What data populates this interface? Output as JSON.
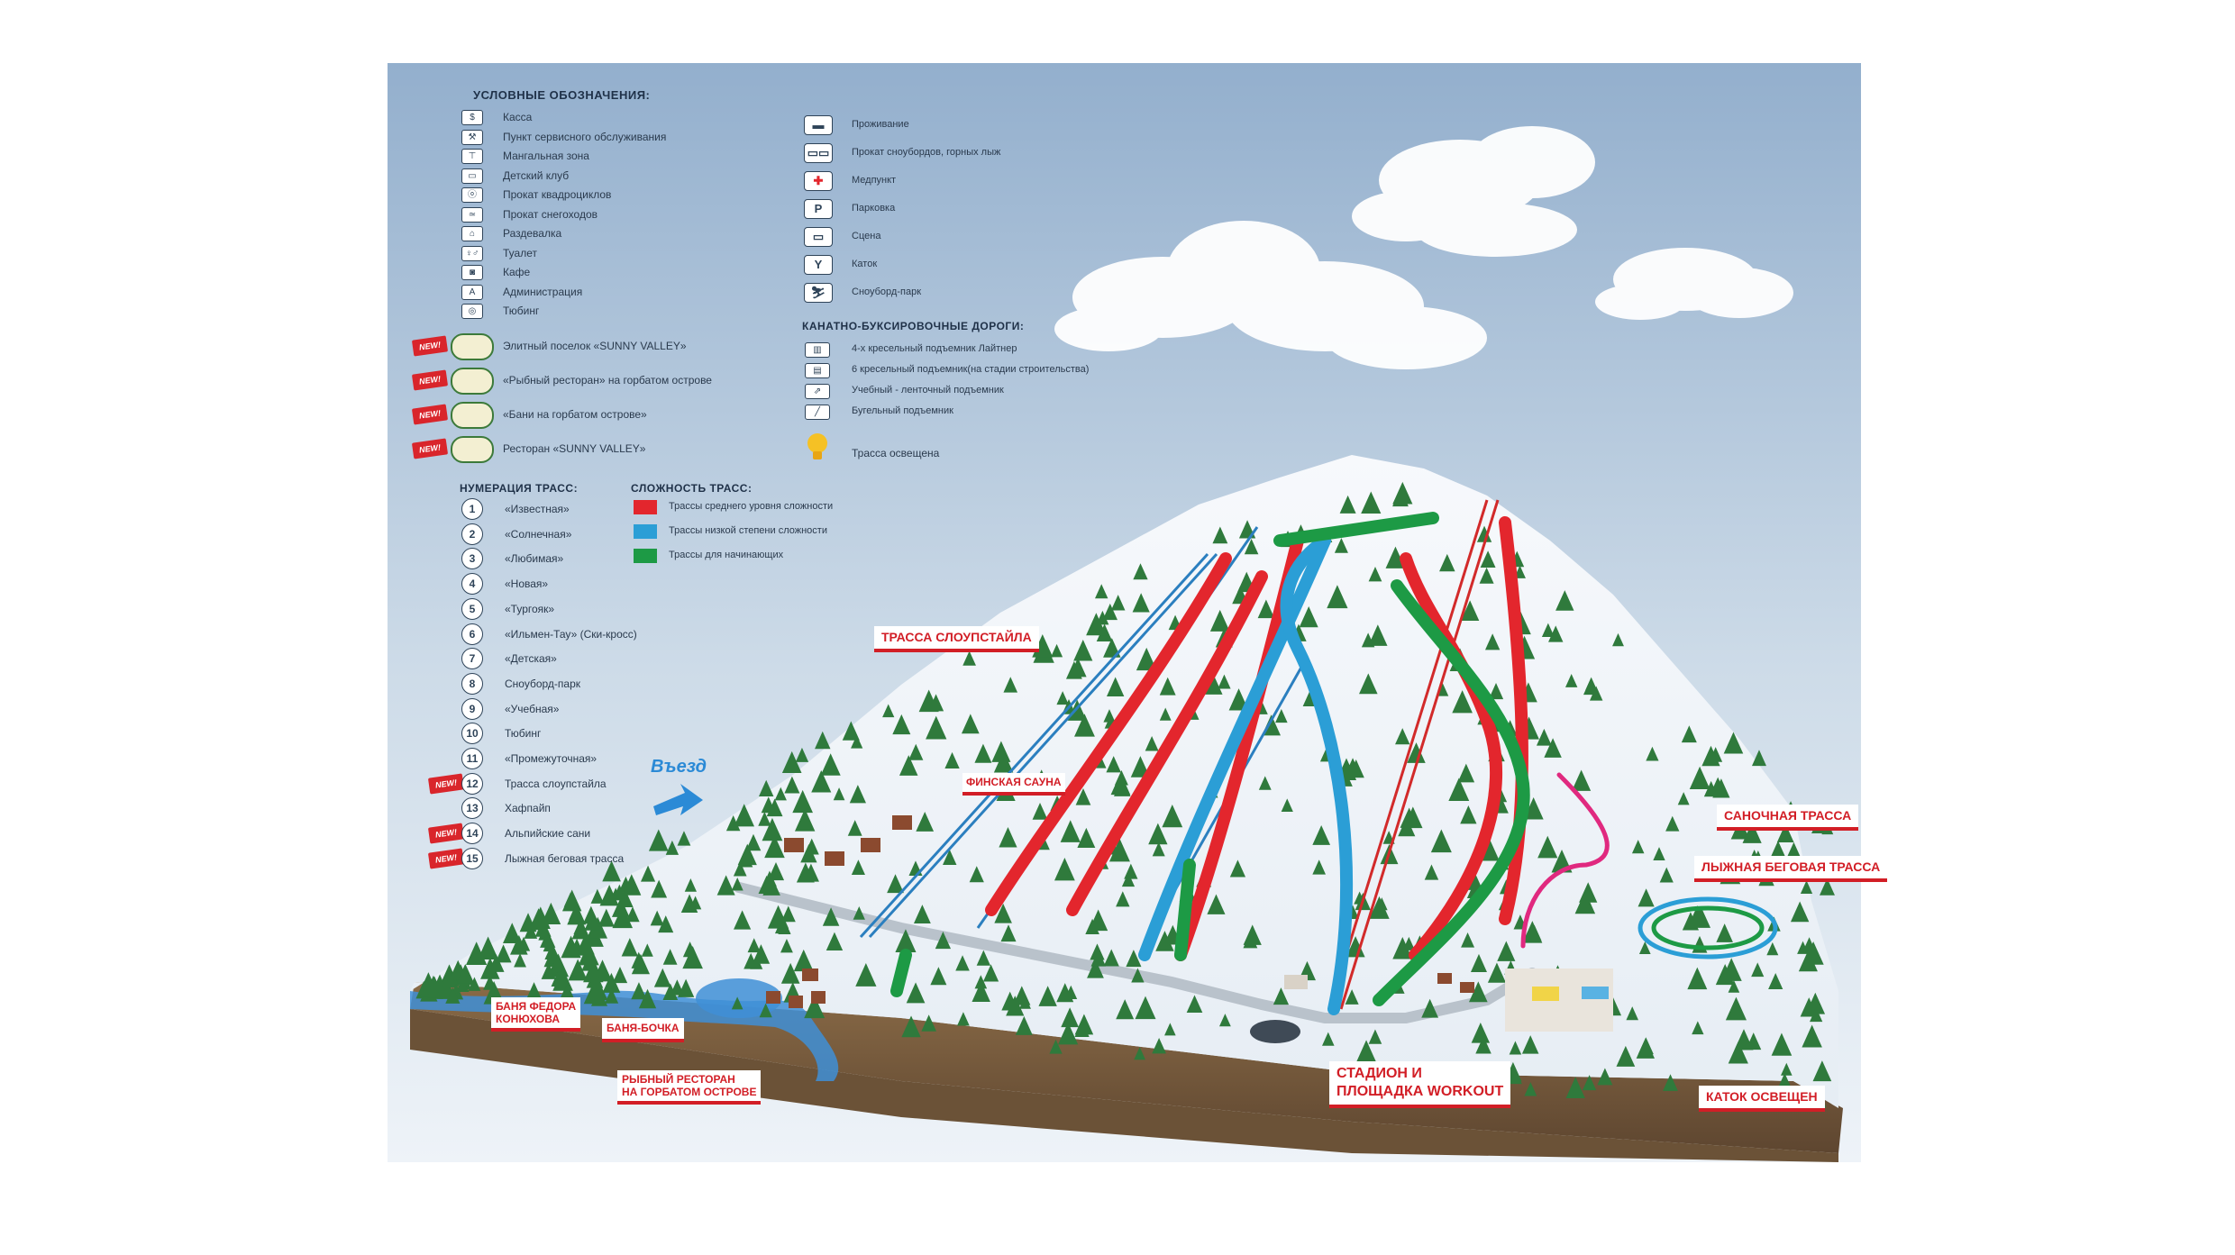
{
  "legend": {
    "title": "УСЛОВНЫЕ ОБОЗНАЧЕНИЯ:",
    "items": [
      {
        "icon": "cashier-icon",
        "glyph": "$",
        "label": "Касса"
      },
      {
        "icon": "service-point-icon",
        "glyph": "⚒",
        "label": "Пункт сервисного обслуживания"
      },
      {
        "icon": "bbq-icon",
        "glyph": "⊤",
        "label": "Мангальная зона"
      },
      {
        "icon": "kids-club-icon",
        "glyph": "▭",
        "label": "Детский клуб"
      },
      {
        "icon": "quad-rental-icon",
        "glyph": "ⓞ",
        "label": "Прокат квадроциклов"
      },
      {
        "icon": "snowmobile-rental-icon",
        "glyph": "≃",
        "label": "Прокат снегоходов"
      },
      {
        "icon": "cloakroom-icon",
        "glyph": "⌂",
        "label": "Раздевалка"
      },
      {
        "icon": "toilet-icon",
        "glyph": "♀♂",
        "label": "Туалет"
      },
      {
        "icon": "cafe-icon",
        "glyph": "◙",
        "label": "Кафе"
      },
      {
        "icon": "administration-icon",
        "glyph": "A",
        "label": "Администрация"
      },
      {
        "icon": "tubing-icon",
        "glyph": "◎",
        "label": "Тюбинг"
      }
    ],
    "new_items": [
      {
        "icon": "sunny-valley-village-logo-icon",
        "label": "Элитный поселок «SUNNY VALLEY»"
      },
      {
        "icon": "fish-restaurant-icon",
        "label": "«Рыбный ресторан» на горбатом острове"
      },
      {
        "icon": "sauna-icon",
        "label": "«Бани на горбатом острове»"
      },
      {
        "icon": "sunny-valley-restaurant-logo-icon",
        "label": "Ресторан «SUNNY VALLEY»"
      }
    ],
    "new_badge": "NEW!",
    "right_items": [
      {
        "icon": "lodging-icon",
        "glyph": "▬",
        "label": "Проживание"
      },
      {
        "icon": "snowboard-rental-icon",
        "glyph": "▭▭",
        "label": "Прокат сноубордов, горных лыж"
      },
      {
        "icon": "first-aid-icon",
        "glyph": "✚",
        "label": "Медпункт"
      },
      {
        "icon": "parking-icon",
        "glyph": "P",
        "label": "Парковка"
      },
      {
        "icon": "stage-icon",
        "glyph": "▭",
        "label": "Сцена"
      },
      {
        "icon": "skating-rink-icon",
        "glyph": "Y",
        "label": "Каток"
      },
      {
        "icon": "snowpark-icon",
        "glyph": "⛷",
        "label": "Сноуборд-парк"
      }
    ],
    "lifts_title": "КАНАТНО-БУКСИРОВОЧНЫЕ ДОРОГИ:",
    "lifts": [
      {
        "icon": "chairlift-4-icon",
        "glyph": "▥",
        "label": "4-х кресельный подъемник Лайтнер"
      },
      {
        "icon": "chairlift-6-icon",
        "glyph": "▤",
        "label": "6 кресельный подъемник(на стадии строительства)"
      },
      {
        "icon": "conveyor-lift-icon",
        "glyph": "⇗",
        "label": "Учебный - ленточный подъемник"
      },
      {
        "icon": "t-bar-lift-icon",
        "glyph": "╱",
        "label": "Бугельный подъемник"
      }
    ],
    "lit_label": "Трасса освещена",
    "numbering_title": "НУМЕРАЦИЯ ТРАСС:",
    "trails": [
      {
        "n": "1",
        "label": "«Известная»",
        "new": false
      },
      {
        "n": "2",
        "label": "«Солнечная»",
        "new": false
      },
      {
        "n": "3",
        "label": "«Любимая»",
        "new": false
      },
      {
        "n": "4",
        "label": "«Новая»",
        "new": false
      },
      {
        "n": "5",
        "label": "«Тургояк»",
        "new": false
      },
      {
        "n": "6",
        "label": "«Ильмен-Тау» (Ски-кросс)",
        "new": false
      },
      {
        "n": "7",
        "label": "«Детская»",
        "new": false
      },
      {
        "n": "8",
        "label": "Сноуборд-парк",
        "new": false
      },
      {
        "n": "9",
        "label": "«Учебная»",
        "new": false
      },
      {
        "n": "10",
        "label": "Тюбинг",
        "new": false
      },
      {
        "n": "11",
        "label": "«Промежуточная»",
        "new": false
      },
      {
        "n": "12",
        "label": "Трасса слоупстайла",
        "new": true
      },
      {
        "n": "13",
        "label": "Хафпайп",
        "new": false
      },
      {
        "n": "14",
        "label": "Альпийские сани",
        "new": true
      },
      {
        "n": "15",
        "label": "Лыжная беговая трасса",
        "new": true
      }
    ],
    "difficulty_title": "СЛОЖНОСТЬ ТРАСС:",
    "difficulty": [
      {
        "color": "#e3262d",
        "label": "Трассы среднего уровня сложности"
      },
      {
        "color": "#2b9ed6",
        "label": "Трассы низкой степени сложности"
      },
      {
        "color": "#1d9a45",
        "label": "Трассы для начинающих"
      }
    ]
  },
  "map": {
    "entrance_label": "Въезд",
    "callouts": {
      "slopestyle": "ТРАССА СЛОУПСТАЙЛА",
      "finnish_sauna": "ФИНСКАЯ САУНА",
      "sled_track": "САНОЧНАЯ ТРАССА",
      "ski_track": "ЛЫЖНАЯ БЕГОВАЯ ТРАССА",
      "fedor_sauna_1": "БАНЯ ФЕДОРА",
      "fedor_sauna_2": "КОНЮХОВА",
      "barrel_sauna": "БАНЯ-БОЧКА",
      "fish_restaurant_1": "РЫБНЫЙ РЕСТОРАН",
      "fish_restaurant_2": "НА ГОРБАТОМ ОСТРОВЕ",
      "stadium_1": "СТАДИОН И",
      "stadium_2": "ПЛОЩАДКА WORKOUT",
      "rink_lit": "КАТОК ОСВЕЩЕН"
    },
    "colors": {
      "sky": "#9bb6d2",
      "intermediate": "#e3262d",
      "easy": "#2b9ed6",
      "beginner": "#1d9a45",
      "sled": "#e0297f",
      "ground": "#7d6242"
    }
  }
}
